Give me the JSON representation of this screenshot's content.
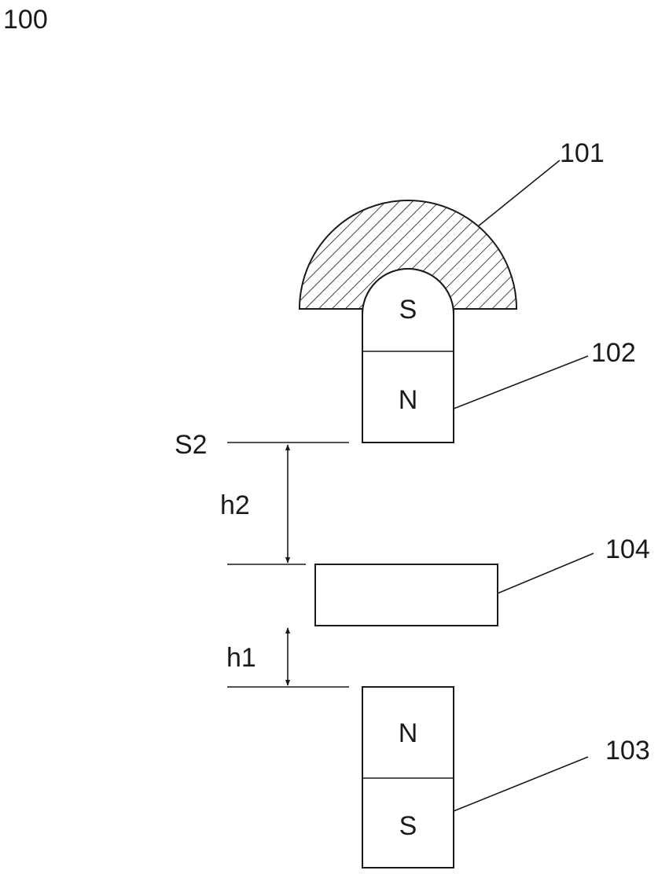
{
  "figure": {
    "number": "100",
    "refs": {
      "yoke": "101",
      "upper_magnet": "102",
      "lower_magnet": "103",
      "plate": "104"
    },
    "poles": {
      "upper_top": "S",
      "upper_bottom": "N",
      "lower_top": "N",
      "lower_bottom": "S"
    },
    "dimensions": {
      "surface": "S2",
      "gap_upper": "h2",
      "gap_lower": "h1"
    }
  }
}
